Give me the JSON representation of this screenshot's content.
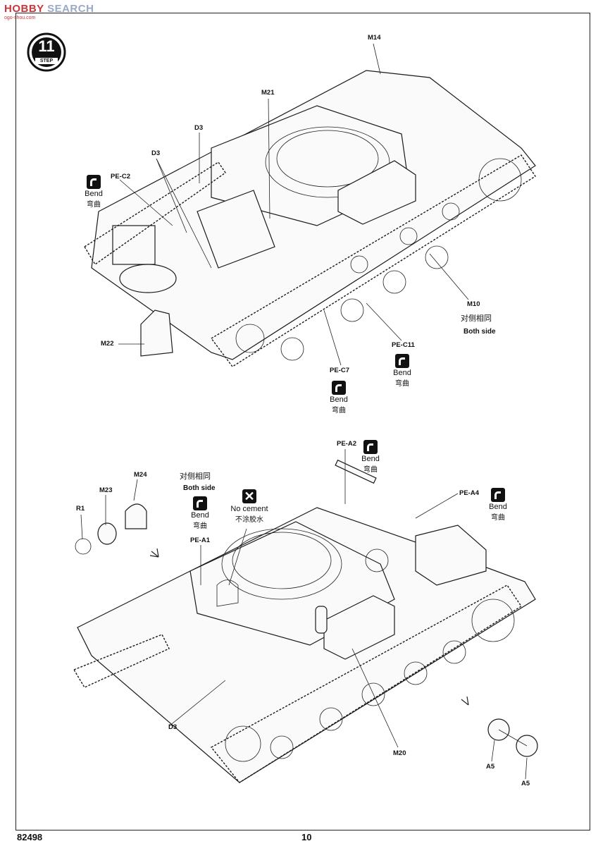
{
  "watermark": {
    "brand_a": "HOBBY",
    "brand_b": "SEARCH",
    "url": "ogo-shou.com"
  },
  "step": {
    "number": "11",
    "label": "STEP"
  },
  "top_view": {
    "labels": [
      "M14",
      "M21",
      "D3",
      "D3",
      "PE-C2",
      "M22",
      "M10",
      "PE-C11",
      "PE-C7"
    ],
    "both_side_cn": "对侧相同",
    "both_side_en": "Both side"
  },
  "bottom_view": {
    "labels": [
      "PE-A2",
      "PE-A4",
      "M24",
      "M23",
      "R1",
      "PE-A1",
      "D3",
      "M20",
      "A5",
      "A5"
    ],
    "both_side_cn": "对侧相同",
    "both_side_en": "Both side"
  },
  "bend": {
    "en": "Bend",
    "cn": "弯曲"
  },
  "no_cement": {
    "en": "No cement",
    "cn": "不涂胶水"
  },
  "footer": {
    "kit_number": "82498",
    "page_number": "10"
  }
}
